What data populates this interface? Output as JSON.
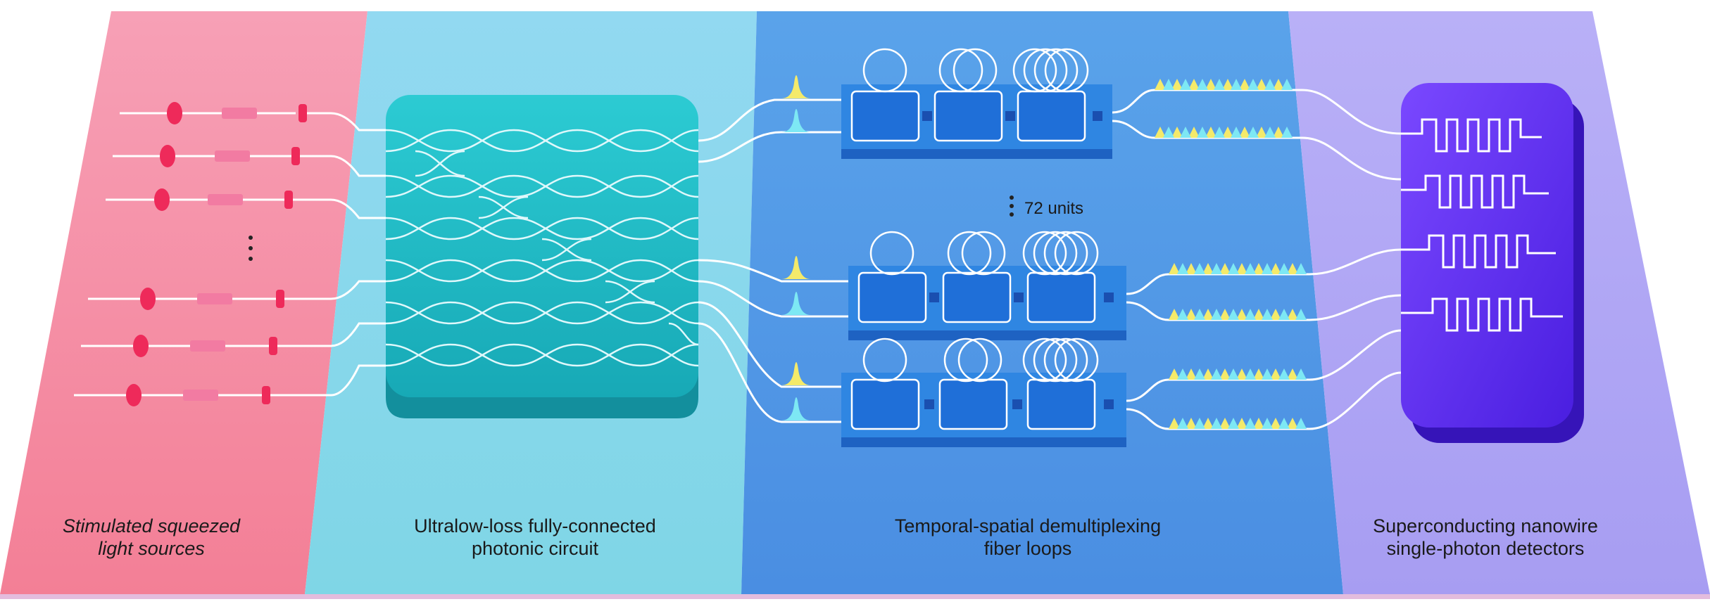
{
  "sections": [
    {
      "id": "sources",
      "line1": "Stimulated squeezed",
      "line2": "light sources",
      "color": "#f6a0b2",
      "italic": true
    },
    {
      "id": "circuit",
      "line1": "Ultralow-loss fully-connected",
      "line2": "photonic circuit",
      "color": "#8fd7ee",
      "italic": false
    },
    {
      "id": "loops",
      "line1": "Temporal-spatial demultiplexing",
      "line2": "fiber loops",
      "color": "#5fa8ec",
      "italic": false
    },
    {
      "id": "detectors",
      "line1": "Superconducting nanowire",
      "line2": "single-photon detectors",
      "color": "#b3aaf5",
      "italic": false
    }
  ],
  "units_label": "72 units",
  "colors": {
    "pulse_yellow": "#f4ea6a",
    "pulse_cyan": "#7de8f4",
    "chip": "#1fbac5",
    "loop_board": "#2f86e2",
    "detector": "#5b2cf0",
    "source_red": "#ee2a5a"
  }
}
